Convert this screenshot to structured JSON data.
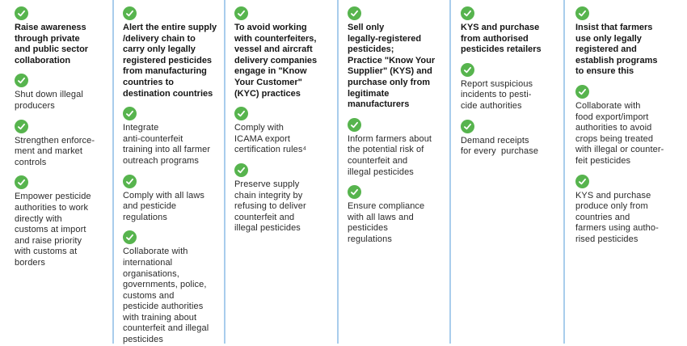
{
  "colors": {
    "check_green": "#57b44e",
    "divider_blue": "#a9cdec",
    "heading_text": "#161616",
    "body_text": "#2a2a2a"
  },
  "icons": {
    "check": "check-circle-icon"
  },
  "columns": [
    {
      "items": [
        {
          "bold": true,
          "text": "Raise awareness\nthrough private\nand public sector\ncollaboration"
        },
        {
          "bold": false,
          "text": "Shut down illegal\nproducers"
        },
        {
          "bold": false,
          "text": "Strengthen enforce-\nment and market\ncontrols"
        },
        {
          "bold": false,
          "text": "Empower pesticide\nauthorities to work\ndirectly with\ncustoms at import\nand raise priority\nwith customs at\nborders"
        }
      ]
    },
    {
      "items": [
        {
          "bold": true,
          "text": "Alert the entire supply\n/delivery chain to\ncarry only legally\nregistered pesticides\nfrom manufacturing\ncountries to\ndestination countries"
        },
        {
          "bold": false,
          "text": "Integrate\nanti-counterfeit\ntraining into all farmer\noutreach programs"
        },
        {
          "bold": false,
          "text": "Comply with all laws\nand pesticide\nregulations"
        },
        {
          "bold": false,
          "text": "Collaborate with\ninternational\norganisations,\ngovernments, police,\ncustoms and\npesticide authorities\nwith training about\ncounterfeit and illegal\npesticides"
        }
      ]
    },
    {
      "items": [
        {
          "bold": true,
          "text": "To avoid working\nwith counterfeiters,\nvessel and aircraft\ndelivery companies\nengage in \"Know\nYour Customer\"\n(KYC) practices"
        },
        {
          "bold": false,
          "text": "Comply with\nICAMA export\ncertification rules⁴"
        },
        {
          "bold": false,
          "text": "Preserve supply\nchain integrity by\nrefusing to deliver\ncounterfeit and\nillegal pesticides"
        }
      ]
    },
    {
      "items": [
        {
          "bold": true,
          "text": "Sell only\nlegally-registered\npesticides;\nPractice \"Know Your\nSupplier\" (KYS) and\npurchase only from\nlegitimate\nmanufacturers"
        },
        {
          "bold": false,
          "text": "Inform farmers about\nthe potential risk of\ncounterfeit and\nillegal pesticides"
        },
        {
          "bold": false,
          "text": "Ensure compliance\nwith all laws and\npesticides\nregulations"
        }
      ]
    },
    {
      "items": [
        {
          "bold": true,
          "text": "KYS and purchase\nfrom authorised\npesticides retailers"
        },
        {
          "bold": false,
          "text": "Report suspicious\nincidents to pesti-\ncide authorities"
        },
        {
          "bold": false,
          "text": "Demand receipts\nfor every  purchase"
        }
      ]
    },
    {
      "items": [
        {
          "bold": true,
          "text": "Insist that farmers\nuse only legally\nregistered and\nestablish programs\nto ensure this"
        },
        {
          "bold": false,
          "text": "Collaborate with\nfood export/import\nauthorities to avoid\ncrops being treated\nwith illegal or counter-\nfeit pesticides"
        },
        {
          "bold": false,
          "text": "KYS and purchase\nproduce only from\ncountries and\nfarmers using autho-\nrised pesticides"
        }
      ]
    }
  ]
}
